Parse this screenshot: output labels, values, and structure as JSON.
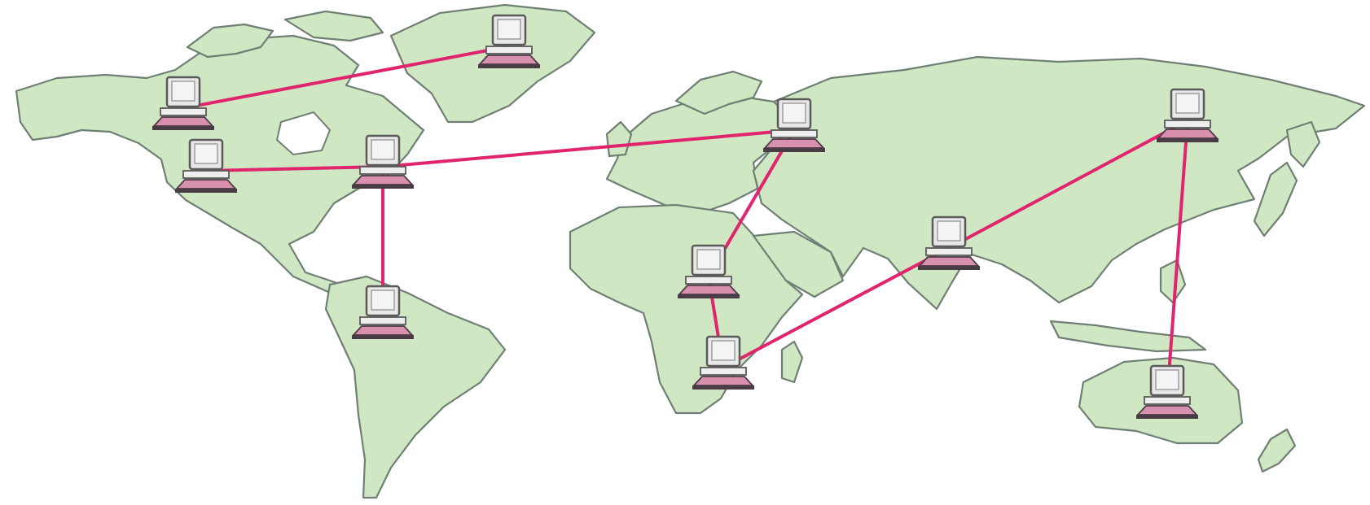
{
  "colors": {
    "background": "#ffffff",
    "land": "#cfe7c2",
    "coast": "#6f7f74",
    "link": "#e0246e",
    "monitor_frame": "#5a5a5a",
    "monitor_screen": "#f4f4f4",
    "keyboard": "#d98fae",
    "keyboard_dark": "#4a3c44"
  },
  "icons": {
    "node": "desktop-computer-icon",
    "connection": "network-link"
  },
  "nodes": [
    {
      "id": "alaska"
    },
    {
      "id": "greenland"
    },
    {
      "id": "western-canada"
    },
    {
      "id": "eastern-north-america"
    },
    {
      "id": "south-america"
    },
    {
      "id": "northern-europe"
    },
    {
      "id": "north-africa"
    },
    {
      "id": "southern-africa"
    },
    {
      "id": "south-asia"
    },
    {
      "id": "east-asia"
    },
    {
      "id": "australia"
    }
  ],
  "links": [
    [
      "alaska",
      "greenland"
    ],
    [
      "western-canada",
      "eastern-north-america"
    ],
    [
      "eastern-north-america",
      "northern-europe"
    ],
    [
      "eastern-north-america",
      "south-america"
    ],
    [
      "northern-europe",
      "north-africa"
    ],
    [
      "north-africa",
      "southern-africa"
    ],
    [
      "southern-africa",
      "south-asia"
    ],
    [
      "south-asia",
      "east-asia"
    ],
    [
      "east-asia",
      "australia"
    ]
  ]
}
